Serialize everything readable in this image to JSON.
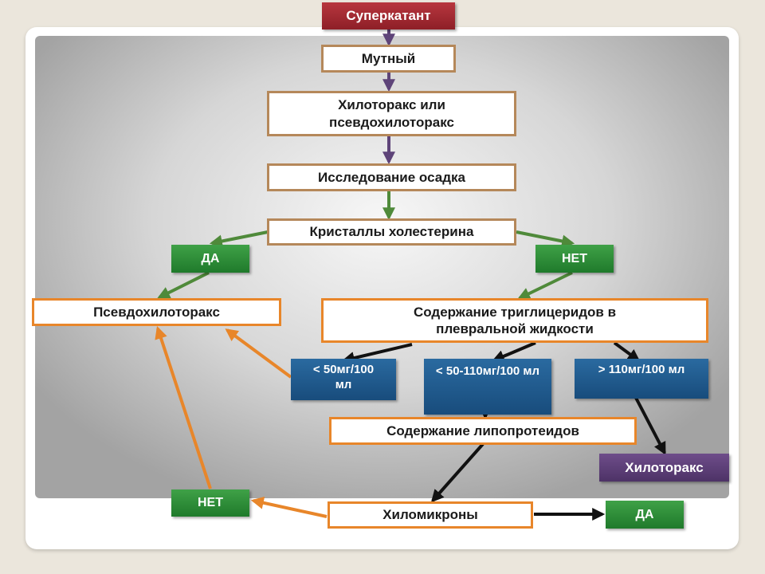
{
  "nodes": {
    "supernatant": "Суперкатант",
    "turbid": "Мутный",
    "chylothorax_or_pseudo": "Хилоторакс или псевдохилоторакс",
    "sediment_study": "Исследование осадка",
    "cholesterol_crystals": "Кристаллы холестерина",
    "yes_left": "ДА",
    "no_right": "НЕТ",
    "pseudochylothorax": "Псевдохилоторакс",
    "triglyceride_content": "Содержание триглицеридов в плевральной жидкости",
    "tg_low": "< 50мг/100 мл",
    "tg_mid": "< 50-110мг/100 мл",
    "tg_high": "> 110мг/100 мл",
    "lipoprotein_content": "Содержание липопротеидов",
    "chylothorax": "Хилоторакс",
    "no_bottom": "НЕТ",
    "chylomicrons": "Хиломикроны",
    "yes_bottom": "ДА"
  },
  "colors": {
    "purple_arrow": "#5e4479",
    "green_arrow": "#4f8a3a",
    "orange_arrow": "#e8862a",
    "black_arrow": "#111111",
    "tan_border": "#b5885a",
    "orange_border": "#e8862a"
  }
}
